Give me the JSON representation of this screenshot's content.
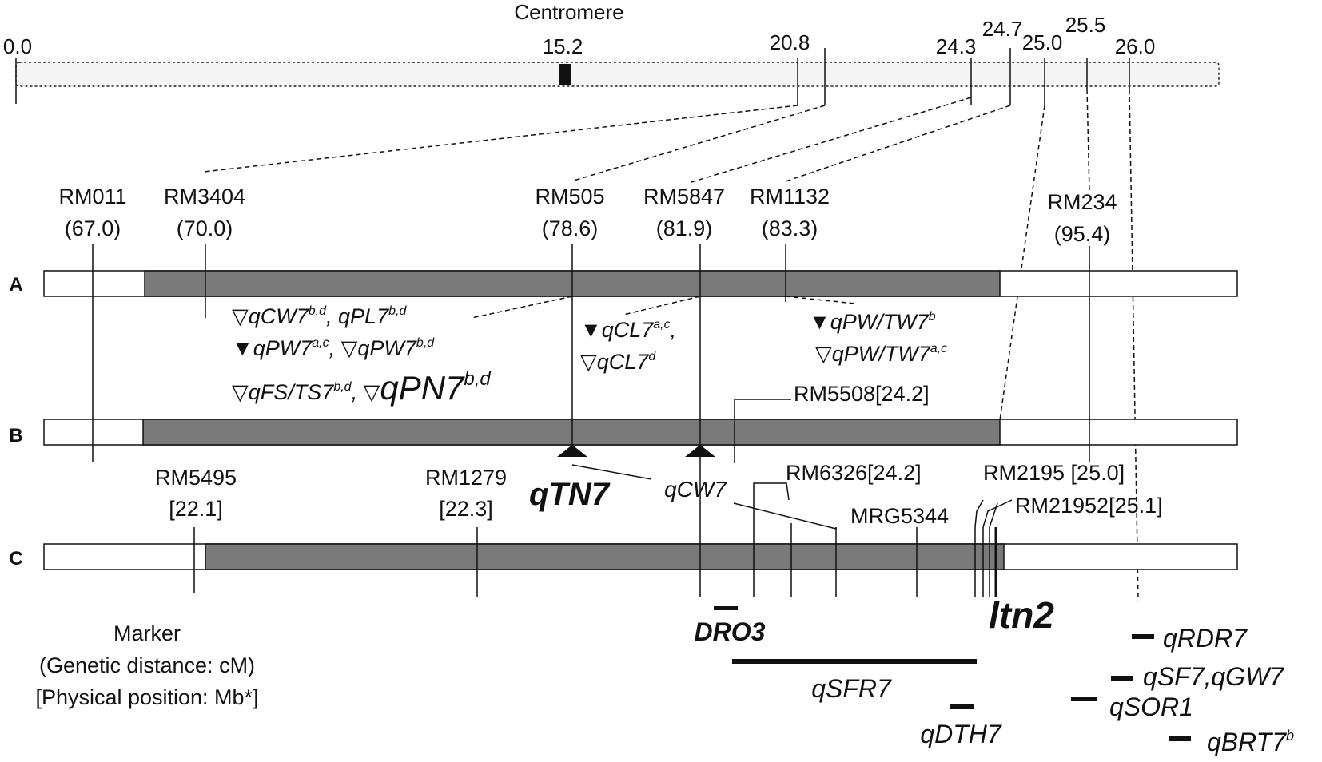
{
  "centromere_label": "Centromere",
  "top_scale_labels": [
    "0.0",
    "15.2",
    "20.8",
    "24.3",
    "24.7",
    "25.0",
    "25.5",
    "26.0"
  ],
  "markers_genetic": [
    {
      "name": "RM011",
      "pos": "(67.0)"
    },
    {
      "name": "RM3404",
      "pos": "(70.0)"
    },
    {
      "name": "RM505",
      "pos": "(78.6)"
    },
    {
      "name": "RM5847",
      "pos": "(81.9)"
    },
    {
      "name": "RM1132",
      "pos": "(83.3)"
    },
    {
      "name": "RM234",
      "pos": "(95.4)"
    }
  ],
  "rows": [
    "A",
    "B",
    "C"
  ],
  "qtl_annotations": {
    "line1": "qCW7",
    "line1_sup": "b,d",
    "line1b": ", qPL7",
    "line1b_sup": "b,d",
    "line2a": "qPW7",
    "line2a_sup": "a,c",
    "line2b": ", ",
    "line2c": "qPW7",
    "line2c_sup": "b,d",
    "line3a": "qFS/TS7",
    "line3a_sup": "b,d",
    "line3b": ", ",
    "line3c": "qPN7",
    "line3c_sup": "b,d",
    "mid1": "qCL7",
    "mid1_sup": "a,c",
    "mid1_tail": ",",
    "mid2": "qCL7",
    "mid2_sup": "d",
    "right1": "qPW/TW7",
    "right1_sup": "b",
    "right2": "qPW/TW7",
    "right2_sup": "a,c"
  },
  "markers_physical": [
    {
      "name": "RM5508[24.2]"
    },
    {
      "name": "RM5495"
    },
    {
      "name": "[22.1]"
    },
    {
      "name": "RM1279"
    },
    {
      "name": "[22.3]"
    },
    {
      "name": "RM6326[24.2]"
    },
    {
      "name": "RM2195 [25.0]"
    },
    {
      "name": "MRG5344"
    },
    {
      "name": "RM21952[25.1]"
    }
  ],
  "gene_labels": {
    "qtn7": "qTN7",
    "qcw7": "qCW7",
    "dro3": "DRO3",
    "ltn2": "ltn2",
    "qsfr7": "qSFR7",
    "qdth7": "qDTH7",
    "qrdr7": "qRDR7",
    "qsf7": "qSF7,qGW7",
    "qsor1": "qSOR1",
    "qbrt7": "qBRT7",
    "qbrt7_sup": "b"
  },
  "legend": {
    "line1": "Marker",
    "line2": "(Genetic distance:  cM)",
    "line3": "[Physical position:  Mb*]"
  },
  "colors": {
    "segment_fill": "#7a7a7a",
    "line": "#111111"
  }
}
